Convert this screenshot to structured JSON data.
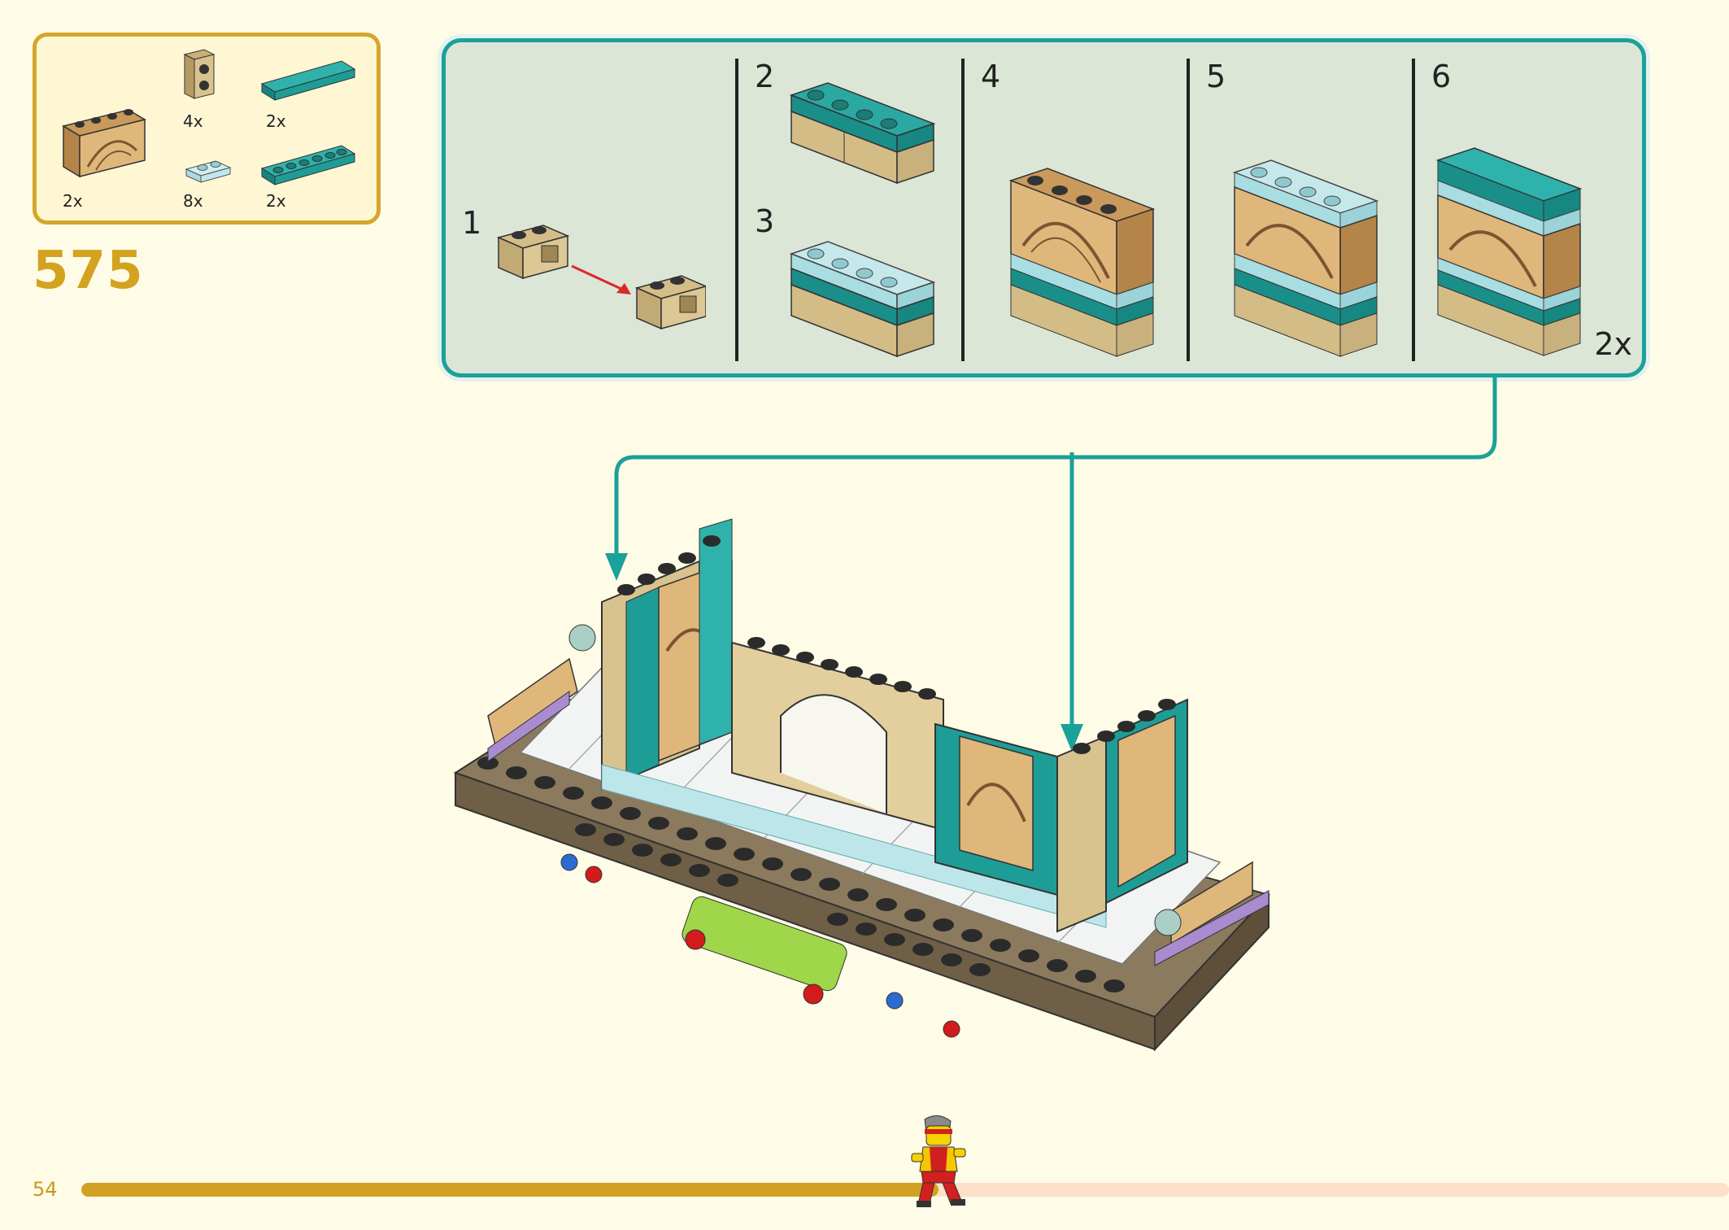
{
  "parts_list": {
    "items": [
      {
        "name": "fence-1x4-tan",
        "qty": "2x"
      },
      {
        "name": "brick-1x1-tan-studs-side",
        "qty": "4x"
      },
      {
        "name": "tile-1x6-teal",
        "qty": "2x"
      },
      {
        "name": "plate-1x2-trans-light-blue",
        "qty": "8x"
      },
      {
        "name": "plate-1x6-teal",
        "qty": "2x"
      }
    ]
  },
  "step": {
    "number": "575"
  },
  "callout": {
    "substeps": [
      {
        "label": "1"
      },
      {
        "label": "2"
      },
      {
        "label": "3"
      },
      {
        "label": "4"
      },
      {
        "label": "5"
      },
      {
        "label": "6"
      }
    ],
    "quantity": "2x"
  },
  "page": {
    "number": "54",
    "progress": 0.52
  },
  "colors": {
    "accent_gold": "#d3a21f",
    "callout_border": "#1aa19a",
    "callout_bg": "#dbe6d7",
    "page_bg": "#fefbe6",
    "teal": "#1f9f9b",
    "tan": "#d9c28f"
  }
}
